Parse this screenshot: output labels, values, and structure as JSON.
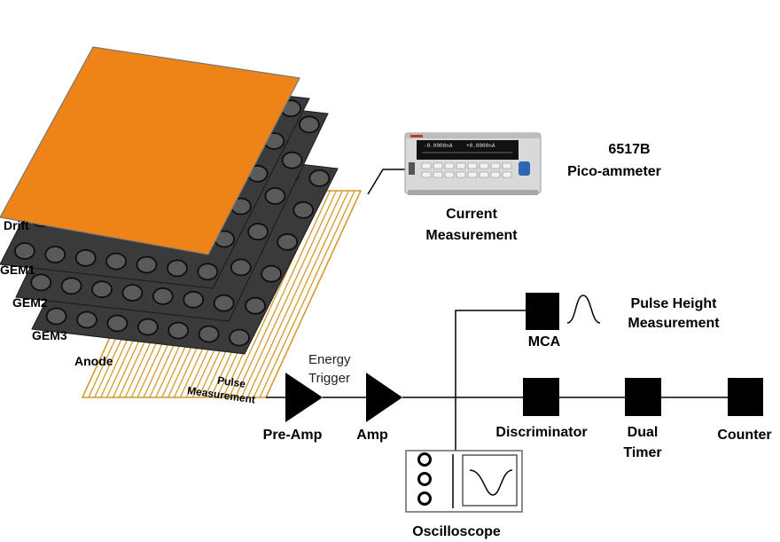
{
  "layers": {
    "drift": "Drift",
    "gem1": "GEM1",
    "gem2": "GEM2",
    "gem3": "GEM3",
    "anode": "Anode"
  },
  "pulse_measurement": [
    "Pulse",
    "Measurement"
  ],
  "energy_trigger": [
    "Energy",
    "Trigger"
  ],
  "picoammeter": {
    "model": "6517B",
    "name": "Pico-ammeter",
    "caption": [
      "Current",
      "Measurement"
    ],
    "display_left": "-0.0000nA",
    "display_right": "+0.0000nA"
  },
  "blocks": {
    "preamp": "Pre-Amp",
    "amp": "Amp",
    "mca": "MCA",
    "pulse_height": [
      "Pulse Height",
      "Measurement"
    ],
    "discriminator": "Discriminator",
    "dual_timer": [
      "Dual",
      "Timer"
    ],
    "counter": "Counter",
    "oscilloscope": "Oscilloscope"
  },
  "colors": {
    "drift_plate": "#ee8317",
    "gem_foil": "#3a3a3a",
    "anode_strips": "#d49a2a",
    "block": "#000000"
  }
}
